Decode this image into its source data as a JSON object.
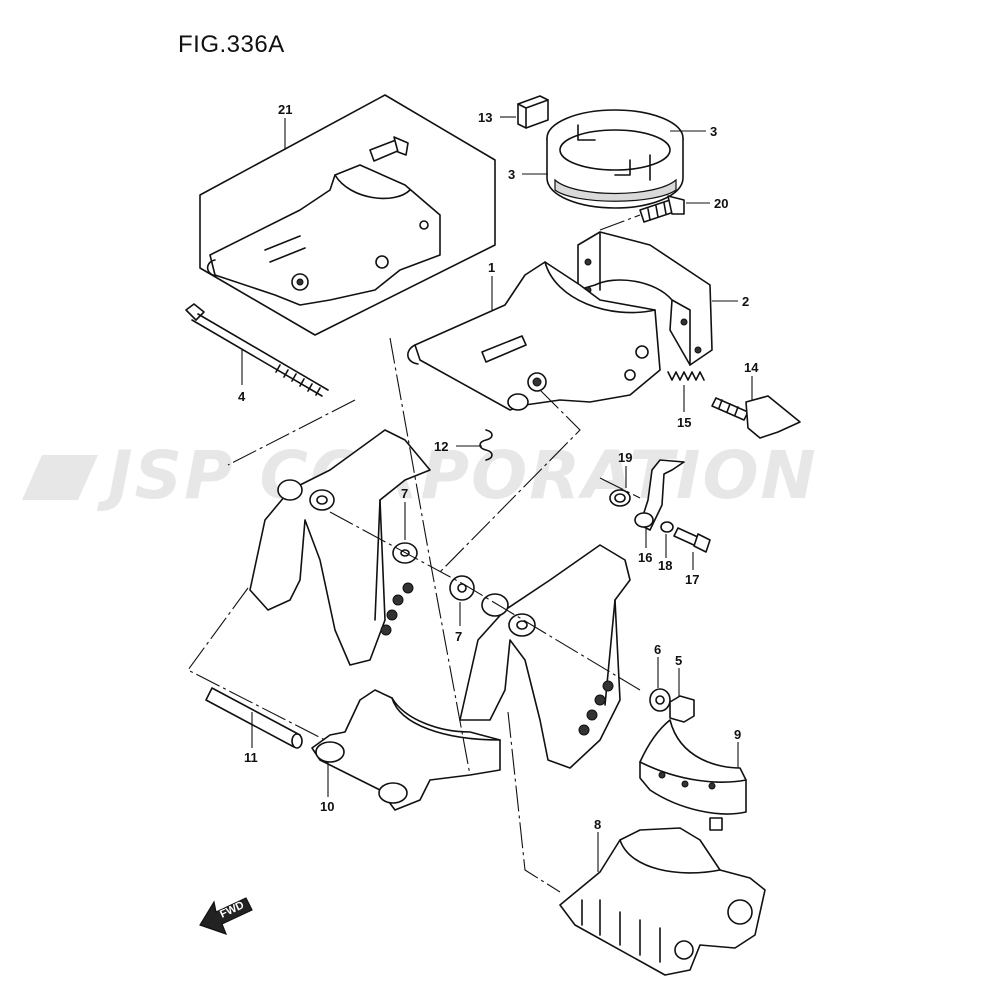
{
  "figure": {
    "title": "FIG.336A",
    "watermark": "JSP CORPORATION",
    "direction_label": "FWD"
  },
  "callouts": [
    {
      "id": "c21",
      "label": "21"
    },
    {
      "id": "c13",
      "label": "13"
    },
    {
      "id": "c3a",
      "label": "3"
    },
    {
      "id": "c3b",
      "label": "3"
    },
    {
      "id": "c20",
      "label": "20"
    },
    {
      "id": "c1",
      "label": "1"
    },
    {
      "id": "c2",
      "label": "2"
    },
    {
      "id": "c4",
      "label": "4"
    },
    {
      "id": "c14",
      "label": "14"
    },
    {
      "id": "c15",
      "label": "15"
    },
    {
      "id": "c12",
      "label": "12"
    },
    {
      "id": "c19",
      "label": "19"
    },
    {
      "id": "c7a",
      "label": "7"
    },
    {
      "id": "c16",
      "label": "16"
    },
    {
      "id": "c18",
      "label": "18"
    },
    {
      "id": "c17",
      "label": "17"
    },
    {
      "id": "c7b",
      "label": "7"
    },
    {
      "id": "c6",
      "label": "6"
    },
    {
      "id": "c5",
      "label": "5"
    },
    {
      "id": "c9",
      "label": "9"
    },
    {
      "id": "c11",
      "label": "11"
    },
    {
      "id": "c10",
      "label": "10"
    },
    {
      "id": "c8",
      "label": "8"
    }
  ],
  "colors": {
    "line": "#111111",
    "watermark": "#d4d4d4",
    "background": "#ffffff"
  }
}
